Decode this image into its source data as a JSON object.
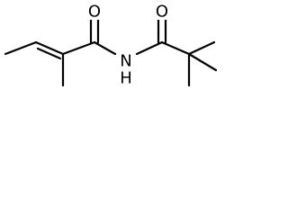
{
  "molecule": {
    "atom_labels": {
      "carbonyl_oxygen_left": "O",
      "carbonyl_oxygen_right": "O",
      "amide_nitrogen": "N",
      "amide_hydrogen": "H"
    }
  }
}
